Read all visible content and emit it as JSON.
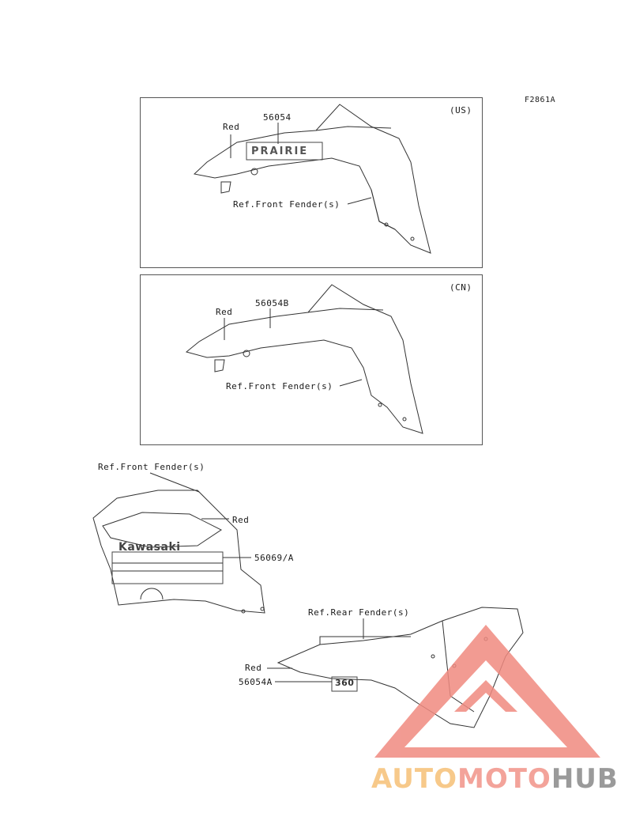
{
  "figure_code": "F2861A",
  "panel_us": {
    "region": "(US)",
    "part_number": "56054",
    "color_label": "Red",
    "ref_label": "Ref.Front Fender(s)",
    "decal_text": "PRAIRIE"
  },
  "panel_cn": {
    "region": "(CN)",
    "part_number": "56054B",
    "color_label": "Red",
    "ref_label": "Ref.Front Fender(s)"
  },
  "side_panel": {
    "ref_label": "Ref.Front Fender(s)",
    "color_label": "Red",
    "part_number": "56069/A",
    "decal_text": "Kawasaki"
  },
  "rear_panel": {
    "ref_label": "Ref.Rear Fender(s)",
    "color_label": "Red",
    "part_number": "56054A",
    "decal_text": "360"
  },
  "watermark": {
    "part1": "AUTO",
    "part2": "MOTO",
    "part3": "HUB",
    "color1": "#f7c98a",
    "color2": "#f3a39a",
    "color3": "#9a9a9a",
    "triangle_color": "#f08a80"
  }
}
